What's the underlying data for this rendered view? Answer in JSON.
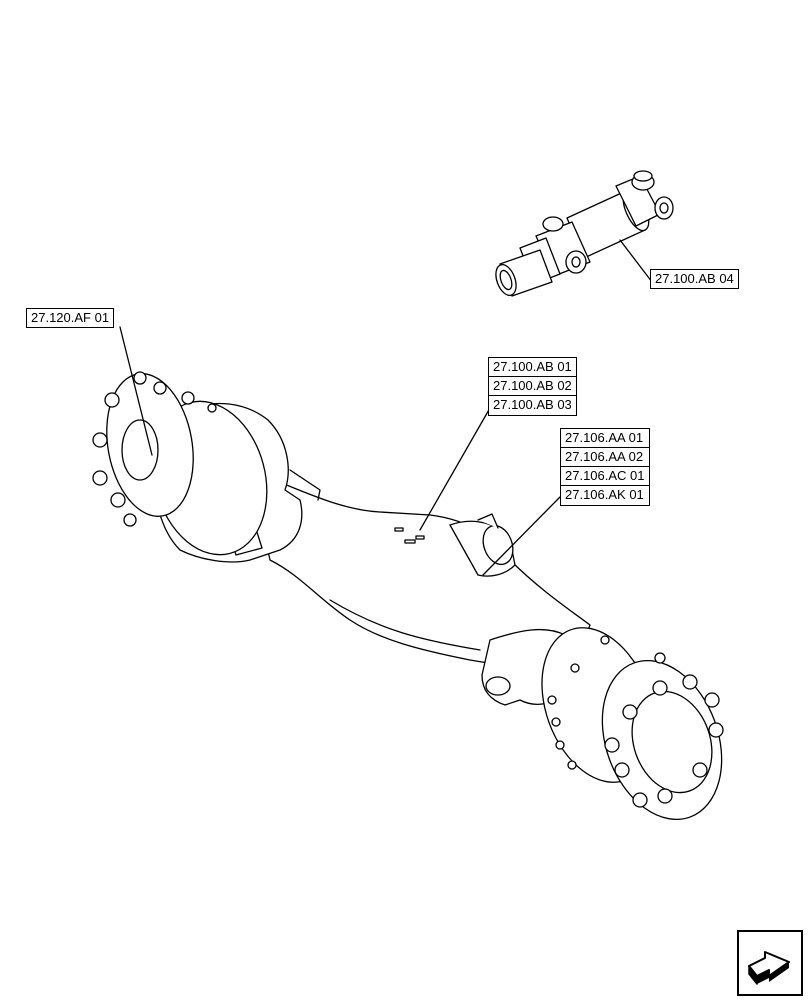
{
  "callouts": {
    "axle_hub_left": "27.120.AF 01",
    "driveshaft": "27.100.AB 04",
    "axle_group": [
      "27.100.AB 01",
      "27.100.AB 02",
      "27.100.AB 03"
    ],
    "differential_group": [
      "27.106.AA 01",
      "27.106.AA 02",
      "27.106.AC 01",
      "27.106.AK 01"
    ]
  },
  "icons": {
    "nav": "next-page-arrow-icon"
  }
}
